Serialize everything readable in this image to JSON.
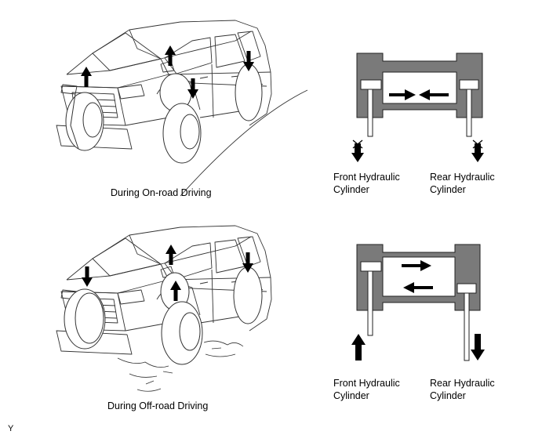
{
  "panels": {
    "on_road": {
      "caption": "During On-road Driving",
      "front_cylinder": [
        "Front Hydraulic",
        "Cylinder"
      ],
      "rear_cylinder": [
        "Rear Hydraulic",
        "Cylinder"
      ]
    },
    "off_road": {
      "caption": "During Off-road Driving",
      "front_cylinder": [
        "Front Hydraulic",
        "Cylinder"
      ],
      "rear_cylinder": [
        "Rear Hydraulic",
        "Cylinder"
      ]
    }
  },
  "corner_code": "Y",
  "colors": {
    "cylinder_body": "#7a7a7a",
    "ink": "#000000",
    "line": "#333333"
  }
}
